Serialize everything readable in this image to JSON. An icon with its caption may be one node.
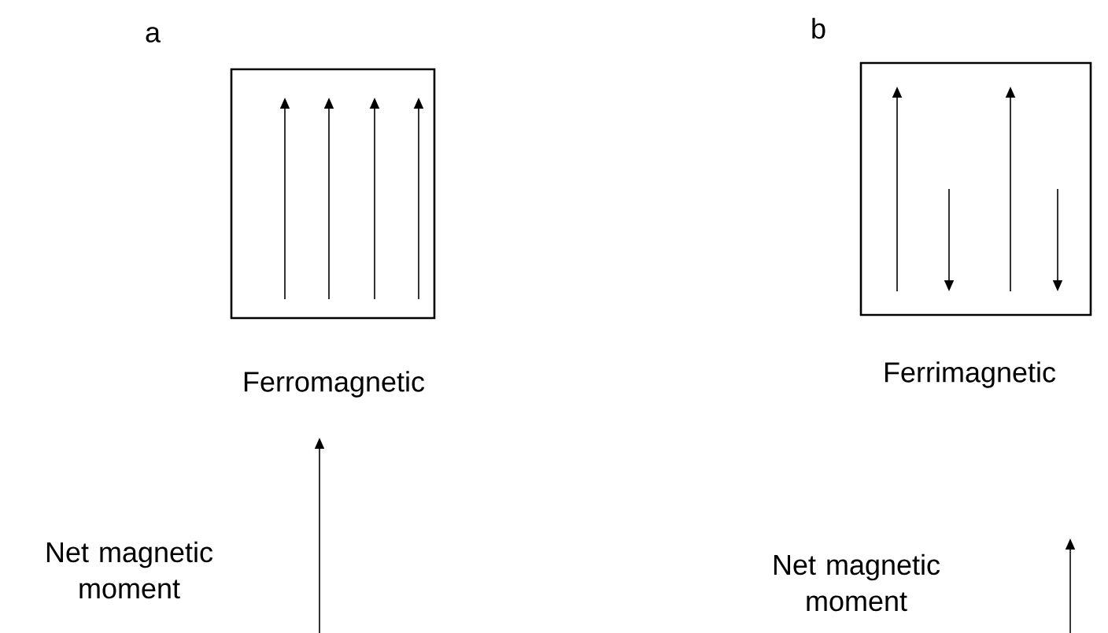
{
  "diagram": {
    "nodes": [
      {
        "text": [],
        "shape": "box",
        "beside": [
          "Ferromagnetic"
        ]
      },
      {
        "text": [],
        "shape": "box",
        "beside": [
          "Ferrimagnetic"
        ]
      }
    ],
    "labels": [
      "a",
      "b",
      "Net magnetic moment",
      "Net magnetic moment"
    ]
  }
}
